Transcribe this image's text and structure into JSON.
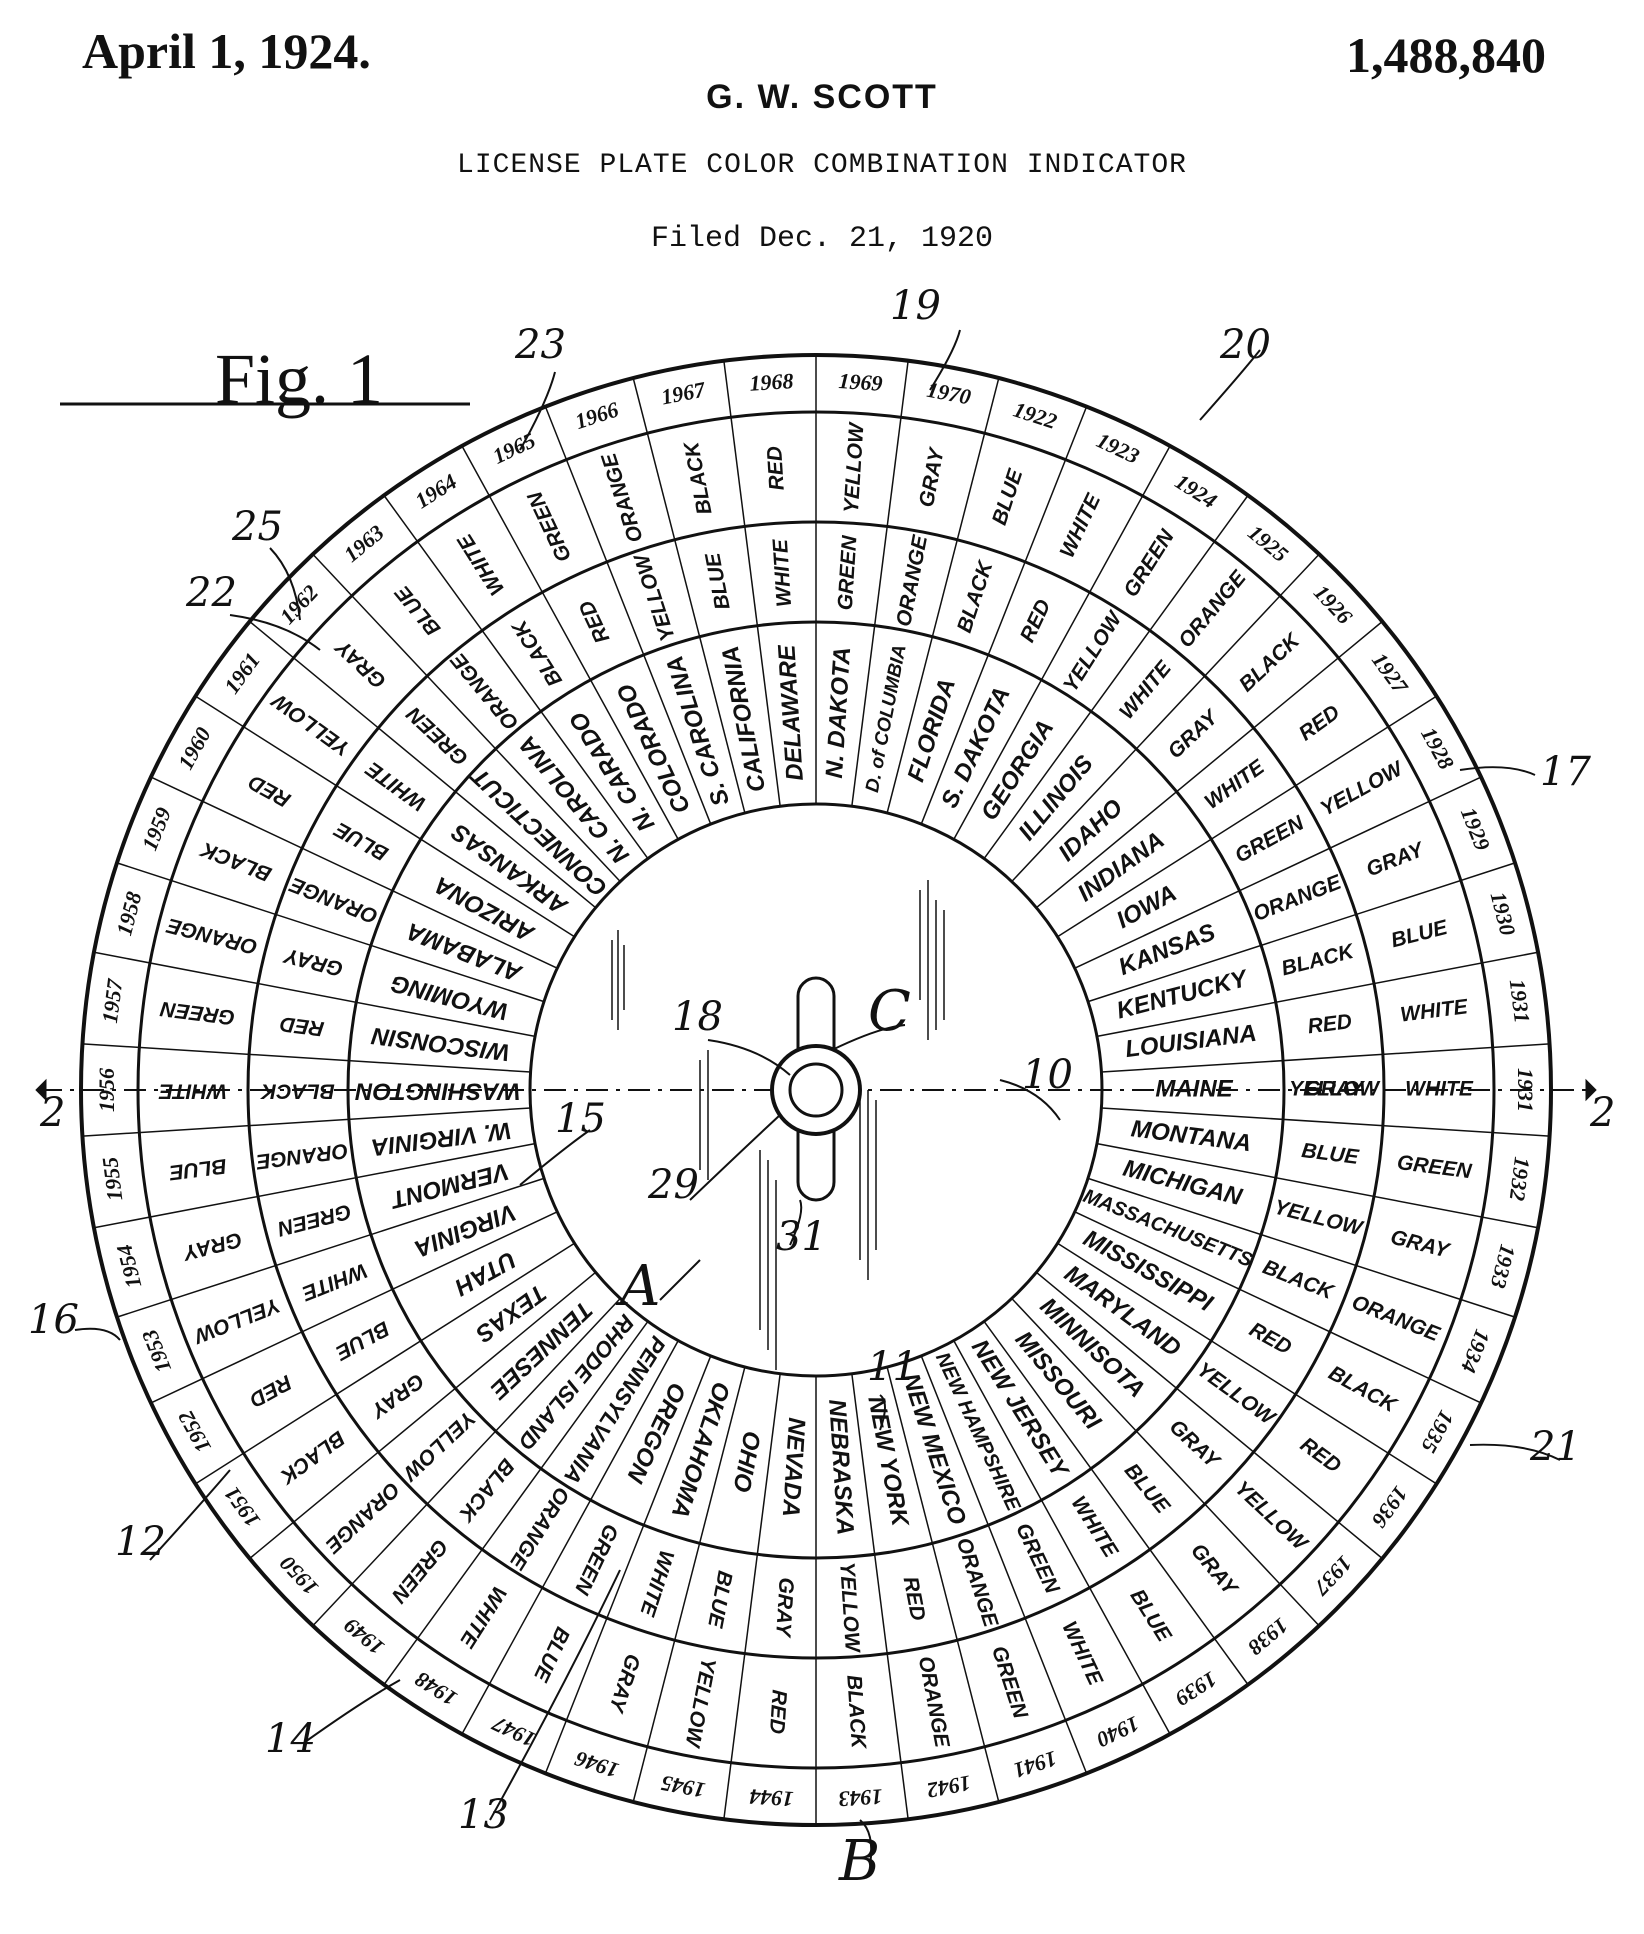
{
  "header": {
    "date": "April 1, 1924.",
    "patent_number": "1,488,840",
    "inventor": "G. W. SCOTT",
    "title": "LICENSE PLATE COLOR COMBINATION INDICATOR",
    "filed": "Filed Dec. 21, 1920"
  },
  "figure_label": "Fig. 1",
  "disc": {
    "states": [
      "MAINE",
      "MONTANA",
      "MICHIGAN",
      "MASSACHUSETTS",
      "MISSISSIPPI",
      "MARYLAND",
      "MINNISOTA",
      "MISSOURI",
      "NEW JERSEY",
      "NEW HAMPSHIRE",
      "NEW MEXICO",
      "NEW YORK",
      "NEBRASKA",
      "NEVADA",
      "OHIO",
      "OKLAHOMA",
      "OREGON",
      "PENNSYLVANIA",
      "RHODE ISLAND",
      "TENNESEE",
      "TEXAS",
      "UTAH",
      "VIRGINIA",
      "VERMONT",
      "W. VIRGINIA",
      "WASHINGTON",
      "WISCONSIN",
      "WYOMING",
      "ALABAMA",
      "ARIZONA",
      "ARKANSAS",
      "CONNECTICUT",
      "N. CAROLINA",
      "N. CARADO",
      "COLORADO",
      "S. CAROLINA",
      "CALIFORNIA",
      "DELAWARE",
      "N. DAKOTA",
      "D. of COLUMBIA",
      "FLORIDA",
      "S. DAKOTA",
      "GEORGIA",
      "ILLINOIS",
      "IDAHO",
      "INDIANA",
      "IOWA",
      "KANSAS",
      "KENTUCKY",
      "LOUISIANA"
    ],
    "inner_colors": [
      "GRAY",
      "BLUE",
      "YELLOW",
      "BLACK",
      "RED",
      "YELLOW",
      "GRAY",
      "BLUE",
      "WHITE",
      "GREEN",
      "ORANGE",
      "RED",
      "YELLOW",
      "GRAY",
      "BLUE",
      "WHITE",
      "GREEN",
      "ORANGE",
      "BLACK",
      "YELLOW",
      "GRAY",
      "BLUE",
      "WHITE",
      "GREEN",
      "ORANGE",
      "BLACK",
      "RED",
      "GRAY",
      "ORANGE",
      "BLUE",
      "WHITE",
      "GREEN",
      "ORANGE",
      "BLACK",
      "RED",
      "YELLOW",
      "BLUE",
      "WHITE",
      "GREEN",
      "ORANGE",
      "BLACK",
      "RED",
      "YELLOW",
      "WHITE",
      "GRAY",
      "WHITE",
      "GREEN",
      "ORANGE",
      "BLACK",
      "RED",
      "YELLOW"
    ],
    "outer_colors": [
      "WHITE",
      "GREEN",
      "GRAY",
      "ORANGE",
      "BLACK",
      "RED",
      "YELLOW",
      "GRAY",
      "BLUE",
      "WHITE",
      "GREEN",
      "ORANGE",
      "BLACK",
      "RED",
      "YELLOW",
      "GRAY",
      "BLUE",
      "WHITE",
      "GREEN",
      "ORANGE",
      "BLACK",
      "RED",
      "YELLOW",
      "GRAY",
      "BLUE",
      "WHITE",
      "GREEN",
      "ORANGE",
      "BLACK",
      "RED",
      "YELLOW",
      "GRAY",
      "BLUE",
      "WHITE",
      "GREEN",
      "ORANGE",
      "BLACK",
      "RED",
      "YELLOW",
      "GRAY",
      "BLUE",
      "WHITE",
      "GREEN",
      "ORANGE",
      "BLACK",
      "RED",
      "YELLOW",
      "GRAY",
      "BLUE",
      "WHITE"
    ],
    "years": [
      "1931",
      "1932",
      "1933",
      "1934",
      "1935",
      "1936",
      "1937",
      "1938",
      "1939",
      "1940",
      "1941",
      "1942",
      "1943",
      "1944",
      "1945",
      "1946",
      "1947",
      "1948",
      "1949",
      "1950",
      "1951",
      "1952",
      "1953",
      "1954",
      "1955",
      "1956",
      "1957",
      "1958",
      "1959",
      "1960",
      "1961",
      "1962",
      "1963",
      "1964",
      "1965",
      "1966",
      "1967",
      "1968",
      "1969",
      "1970",
      "1922",
      "1923",
      "1924",
      "1925",
      "1926",
      "1927",
      "1928",
      "1929",
      "1930",
      "1931"
    ]
  },
  "reference_numerals": [
    "10",
    "11",
    "12",
    "13",
    "14",
    "15",
    "16",
    "17",
    "18",
    "19",
    "20",
    "21",
    "22",
    "23",
    "25",
    "29",
    "31",
    "A",
    "B",
    "C",
    "2",
    "2"
  ]
}
